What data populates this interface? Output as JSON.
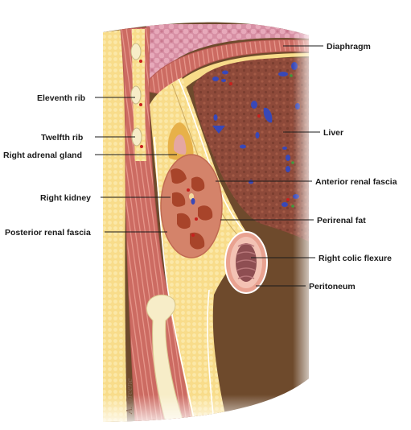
{
  "labels": {
    "diaphragm": "Diaphragm",
    "liver": "Liver",
    "anterior_renal_fascia": "Anterior renal fascia",
    "perirenal_fat": "Perirenal fat",
    "right_colic_flexure": "Right colic flexure",
    "peritoneum": "Peritoneum",
    "eleventh_rib": "Eleventh rib",
    "twelfth_rib": "Twelfth rib",
    "right_adrenal_gland": "Right adrenal gland",
    "right_kidney": "Right kidney",
    "posterior_renal_fascia": "Posterior renal fascia"
  },
  "signature": "A. Greene",
  "colors": {
    "fat": "#f8dc8a",
    "muscle": "#cc6b62",
    "liver": "#8e4a3a",
    "cavity": "#6e4a2c",
    "lung": "#d78fa4",
    "kidney": "#d4836a",
    "renal_pyramid": "#a8442a",
    "adrenal": "#e7b14a",
    "bone": "#f7edc8",
    "peritoneum": "#e9a291",
    "vessel": "#3848b8"
  }
}
